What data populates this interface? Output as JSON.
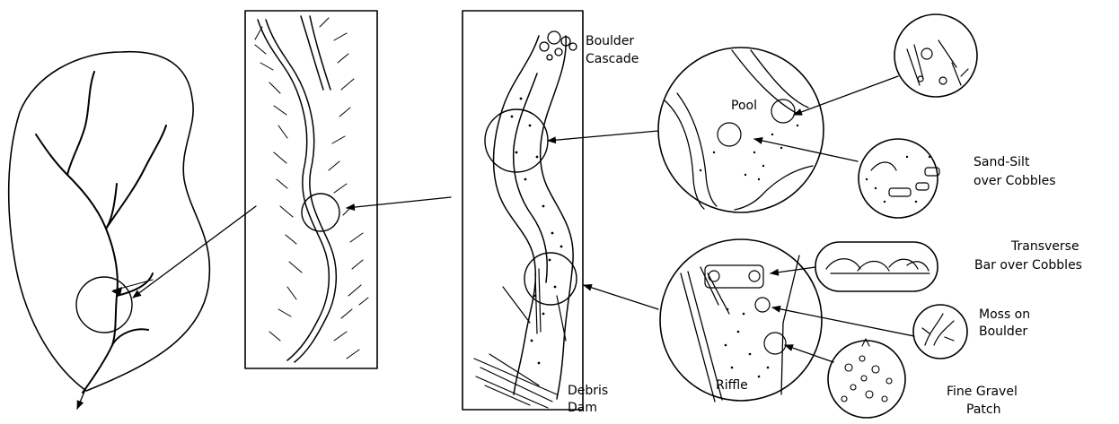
{
  "labels": {
    "boulder_cascade": [
      "Boulder",
      "Cascade"
    ],
    "pool": "Pool",
    "sand_silt": [
      "Sand-Silt",
      "over Cobbles"
    ],
    "transverse_bar": [
      "Transverse",
      "Bar over Cobbles"
    ],
    "moss": [
      "Moss on",
      "Boulder"
    ],
    "riffle": "Riffle",
    "debris_dam": [
      "Debris",
      "Dam"
    ],
    "fine_gravel": [
      "Fine Gravel",
      "Patch"
    ]
  },
  "colors": {
    "ink": "#000000",
    "paper": "#ffffff"
  }
}
